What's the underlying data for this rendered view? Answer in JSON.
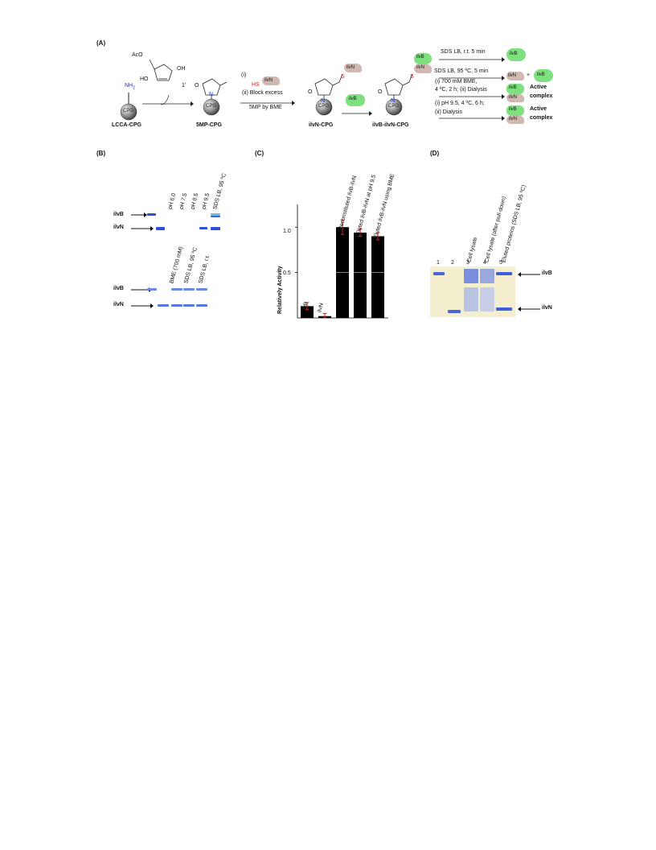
{
  "panel_a": {
    "label": "(A)",
    "nh2": "NH",
    "nh2_sub": "2",
    "cpg": "CPG",
    "acO": "AcO",
    "ho": "HO",
    "oh": "OH",
    "one_prime": "1'",
    "o": "O",
    "n": "N",
    "s": "S",
    "hs": "HS",
    "ilvN": "ilvN",
    "ilvB": "ilvB",
    "step_i": "(i)",
    "step_ii_line1": "(ii) Block excess",
    "step_ii_line2": "5MP by BME",
    "names": [
      "LCCA-CPG",
      "5MP-CPG",
      "ilvN-CPG",
      "ilvB-ilvN-CPG"
    ],
    "conditions": [
      "SDS LB, r.t. 5 min",
      "SDS LB, 95 ºC, 5 min",
      "(i) 700 mM BME,",
      "4 ºC, 2 h; (ii) Dialysis",
      "(i) pH 9.5, 4 ºC, 6 h;",
      "(ii) Dialysis"
    ],
    "plus": "+",
    "active": "Active",
    "complex": "complex"
  },
  "panel_b": {
    "label": "(B)",
    "top_lanes": [
      "pH 6.0",
      "pH 7.5",
      "pH 8.5",
      "pH 9.5",
      "SDS LB, 95 ºC"
    ],
    "bottom_lanes": [
      "BME (700 mM)",
      "SDS LB, 95 ºC",
      "SDS LB, r.t."
    ],
    "ilvB": "ilvB",
    "ilvN": "ilvN"
  },
  "panel_c": {
    "label": "(C)",
    "chart_data": {
      "type": "bar",
      "categories": [
        "ilvB",
        "ilvN",
        "Reconstituted ilvB-ilvN",
        "Eluted ilvB-ilvN at pH 9.5",
        "Eluted ilvB-ilvN using BME"
      ],
      "values": [
        0.13,
        0.02,
        1.0,
        0.94,
        0.9
      ],
      "errors": [
        0.04,
        0.03,
        0.08,
        0.04,
        0.04
      ],
      "ylabel": "Relatively Activity",
      "yticks": [
        "0.5",
        "1.0"
      ],
      "ylim": [
        0,
        1.25
      ],
      "bar_color": "#000000",
      "error_color": "#d62020"
    }
  },
  "panel_d": {
    "label": "(D)",
    "lane_numbers": [
      "1",
      "2",
      "3",
      "4",
      "5"
    ],
    "lane_labels": [
      "Cell lysate",
      "Cell lysate (after pull-down)",
      "Eluted proteins  (SDS LB, 95 ºC)"
    ],
    "ilvB": "ilvB",
    "ilvN": "ilvN"
  }
}
